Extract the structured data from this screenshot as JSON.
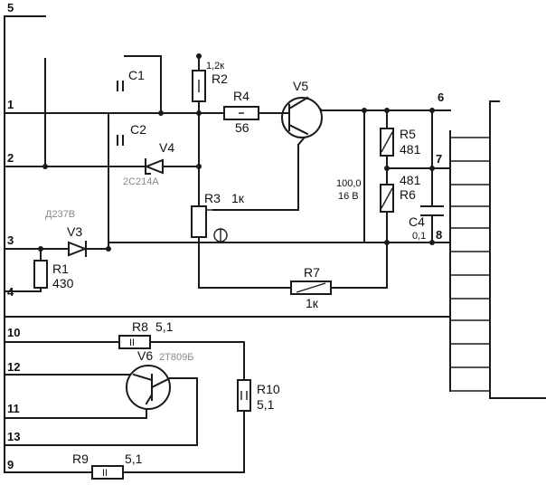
{
  "pins": {
    "p1": "1",
    "p2": "2",
    "p3": "3",
    "p4": "4",
    "p5": "5",
    "p6": "6",
    "p7": "7",
    "p8": "8",
    "p9": "9",
    "p10": "10",
    "p11": "11",
    "p12": "12",
    "p13": "13"
  },
  "components": {
    "r1": {
      "ref": "R1",
      "value": "430"
    },
    "r2": {
      "ref": "R2",
      "value": "1,2к"
    },
    "r3": {
      "ref": "R3",
      "value": "1к"
    },
    "r4": {
      "ref": "R4",
      "value": "56"
    },
    "r5": {
      "ref": "R5",
      "value": "481"
    },
    "r6": {
      "ref": "R6",
      "value": "481"
    },
    "r7": {
      "ref": "R7",
      "value": "1к"
    },
    "r8": {
      "ref": "R8",
      "value": "5,1"
    },
    "r9": {
      "ref": "R9",
      "value": "5,1"
    },
    "r10": {
      "ref": "R10",
      "value": "5,1"
    },
    "c1": {
      "ref": "C1"
    },
    "c2": {
      "ref": "C2"
    },
    "c3": {
      "value": "100,0",
      "voltage": "16 В"
    },
    "c4": {
      "ref": "C4",
      "value": "0,1"
    },
    "v3": {
      "ref": "V3",
      "type": "Д237В"
    },
    "v4": {
      "ref": "V4",
      "type": "2С214А"
    },
    "v5": {
      "ref": "V5"
    },
    "v6": {
      "ref": "V6",
      "type": "2Т809Б"
    }
  },
  "marks": {
    "r8_mark": "II",
    "r9_mark": "II"
  }
}
